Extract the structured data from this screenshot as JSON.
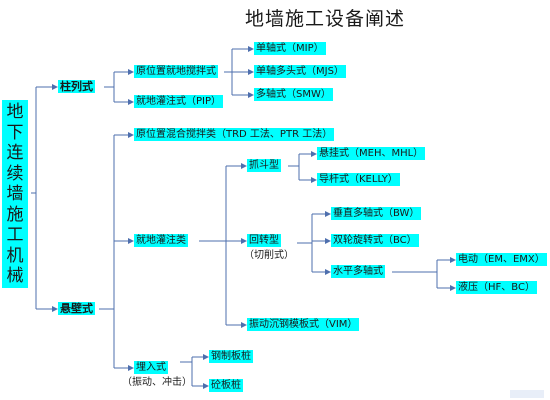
{
  "title": "地墙施工设备阐述",
  "root": {
    "chars": [
      "地",
      "下",
      "连",
      "续",
      "墙",
      "施",
      "工",
      "机",
      "械"
    ]
  },
  "nodes": {
    "zhulieshi": "柱列式",
    "xuanbishi": "悬壁式",
    "yuanweizhi_jiudi": "原位置就地搅拌式",
    "jiudi_guanzhu_pip": "就地灌注式（PIP）",
    "danzhou_mip": "单轴式（MIP）",
    "danzhou_duotou_mjs": "单轴多头式（MJS）",
    "duozhou_smw": "多轴式（SMW）",
    "yuanweizhi_hunhe": "原位置混合搅拌类（TRD 工法、PTR 工法）",
    "jiudi_guanzhu_lei": "就地灌注类",
    "zhuadou": "抓斗型",
    "xuangua": "悬挂式（MEH、MHL）",
    "daogan": "导杆式（KELLY）",
    "huizhuan": "回转型",
    "huizhuan_sub": "（切削式）",
    "chuizhi": "垂直多轴式（BW）",
    "shuanglun": "双轮旋转式（BC）",
    "shuiping": "水平多轴式",
    "diandong": "电动（EM、EMX）",
    "yeya": "液压（HF、BC）",
    "zhendong_chengang": "振动沉钢模板式（VIM）",
    "mairushi": "埋入式",
    "mairushi_sub": "（振动、冲击）",
    "gangzhi": "钢制板桩",
    "shuan": "砼板桩"
  }
}
